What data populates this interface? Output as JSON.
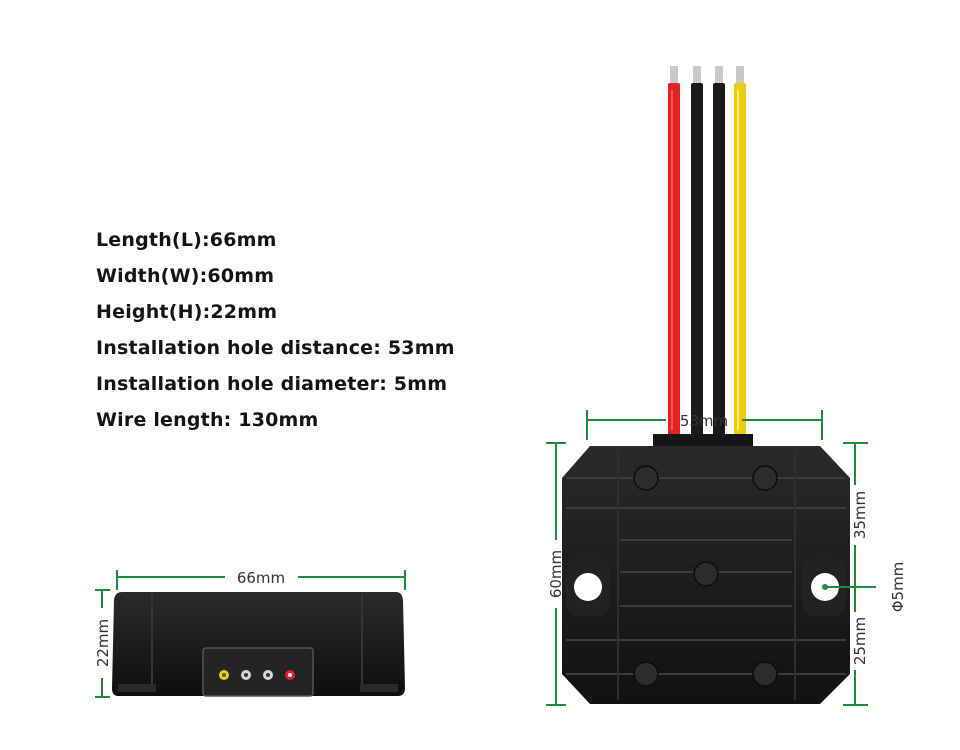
{
  "specs": [
    "Length(L):66mm",
    "Width(W):60mm",
    "Height(H):22mm",
    "Installation hole distance:  53mm",
    "Installation hole diameter:  5mm",
    "Wire length: 130mm"
  ],
  "dimensions": {
    "side_length": "66mm",
    "side_height": "22mm",
    "hole_distance": "53mm",
    "top_width": "60mm",
    "upper_offset": "35mm",
    "lower_offset": "25mm",
    "hole_diameter": "Φ5mm"
  },
  "colors": {
    "dimension_line": "#1f8a3c",
    "housing": "#1c1c1c",
    "wire_red": "#e02222",
    "wire_black": "#1a1a1a",
    "wire_yellow": "#f0cc10"
  }
}
